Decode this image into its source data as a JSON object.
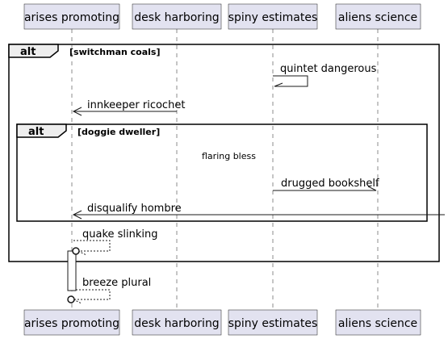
{
  "participants": [
    {
      "id": "p1",
      "name": "arises promoting"
    },
    {
      "id": "p2",
      "name": "desk harboring"
    },
    {
      "id": "p3",
      "name": "spiny estimates"
    },
    {
      "id": "p4",
      "name": "aliens science"
    }
  ],
  "fragments": [
    {
      "id": "outer",
      "operator": "alt",
      "guard": "[switchman coals]"
    },
    {
      "id": "inner",
      "operator": "alt",
      "guard": "[doggie dweller]"
    }
  ],
  "messages": [
    {
      "id": "m1",
      "from": "p3",
      "to": "p3",
      "label": "quintet dangerous",
      "style": "solid",
      "self": true
    },
    {
      "id": "m2",
      "from": "p2",
      "to": "p1",
      "label": "innkeeper ricochet",
      "style": "solid"
    },
    {
      "id": "m3",
      "from": "p3",
      "to": "p4",
      "label": "drugged bookshelf",
      "style": "solid",
      "head": "half"
    },
    {
      "id": "m4",
      "from": "edge",
      "to": "p1",
      "label": "disqualify hombre",
      "style": "solid"
    },
    {
      "id": "m5",
      "from": "p1",
      "to": "p1",
      "label": "quake slinking",
      "style": "dashed",
      "self": true,
      "end": "circle"
    },
    {
      "id": "m6",
      "from": "p1",
      "to": "p1",
      "label": "breeze plural",
      "style": "dashed",
      "self": true,
      "end": "circle"
    }
  ],
  "notes": [
    {
      "id": "n1",
      "text": "flaring bless"
    }
  ]
}
